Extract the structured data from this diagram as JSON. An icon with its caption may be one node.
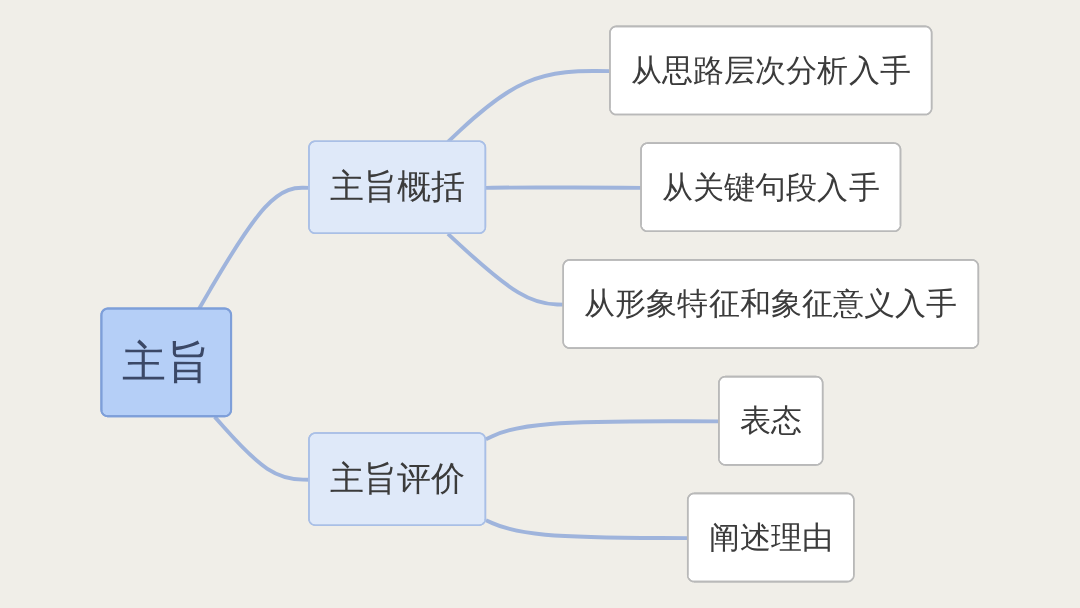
{
  "diagram": {
    "nodes": [
      {
        "text": [
          "主旨"
        ]
      },
      {
        "text": [
          "主旨概括"
        ]
      },
      {
        "text": [
          "从思路层次分析入手"
        ]
      },
      {
        "text": [
          "从关键句段入手"
        ]
      },
      {
        "text": [
          "从形象特征和象征意义入手"
        ]
      },
      {
        "text": [
          "主旨评价"
        ]
      },
      {
        "text": [
          "表态"
        ]
      },
      {
        "text": [
          "阐述理由"
        ]
      }
    ],
    "edges": [
      {
        "from": 0,
        "to": 1,
        "arrow": "none"
      },
      {
        "from": 1,
        "to": 2,
        "arrow": "none"
      },
      {
        "from": 1,
        "to": 3,
        "arrow": "none"
      },
      {
        "from": 1,
        "to": 4,
        "arrow": "none"
      },
      {
        "from": 0,
        "to": 5,
        "arrow": "none"
      },
      {
        "from": 5,
        "to": 6,
        "arrow": "none"
      },
      {
        "from": 5,
        "to": 7,
        "arrow": "none"
      }
    ]
  }
}
